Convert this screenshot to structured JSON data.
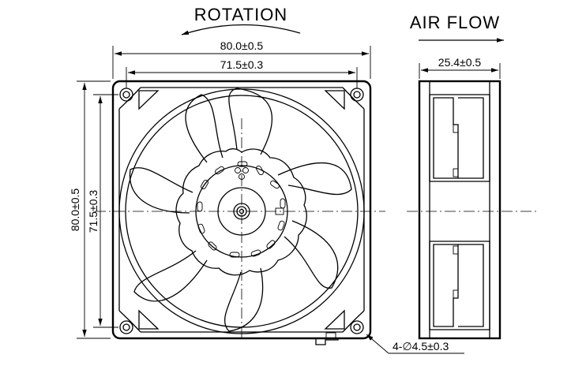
{
  "labels": {
    "rotation": "ROTATION",
    "airflow": "AIR FLOW"
  },
  "dimensions": {
    "frame_width": "80.0±0.5",
    "hole_spacing_horizontal": "71.5±0.3",
    "frame_height": "80.0±0.5",
    "hole_spacing_vertical": "71.5±0.3",
    "depth": "25.4±0.5",
    "mounting_holes": "4-∅4.5±0.3"
  },
  "colors": {
    "line": "#000000",
    "background": "#ffffff"
  }
}
